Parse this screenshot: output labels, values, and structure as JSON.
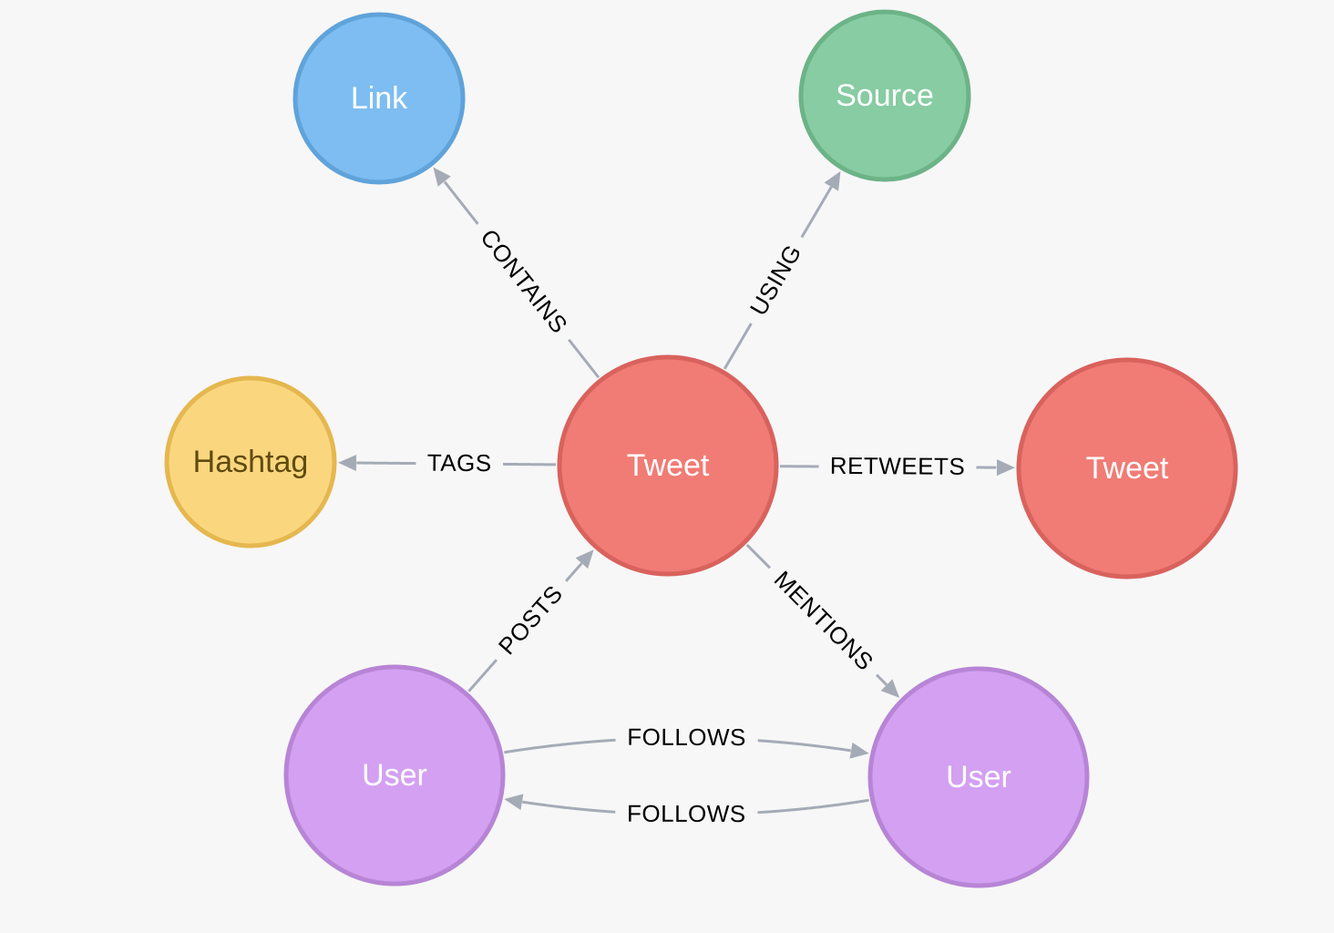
{
  "nodes": [
    {
      "id": "link",
      "label": "Link",
      "fill": "#7dbdf1",
      "stroke": "#5fa3da",
      "text_color": "#ffffff"
    },
    {
      "id": "source",
      "label": "Source",
      "fill": "#87cca2",
      "stroke": "#6cb387",
      "text_color": "#ffffff"
    },
    {
      "id": "hashtag",
      "label": "Hashtag",
      "fill": "#fad77f",
      "stroke": "#e5b74f",
      "text_color": "#604a0e"
    },
    {
      "id": "tweet-main",
      "label": "Tweet",
      "fill": "#f07c75",
      "stroke": "#d9625d",
      "text_color": "#ffffff"
    },
    {
      "id": "tweet-rt",
      "label": "Tweet",
      "fill": "#f07c75",
      "stroke": "#d9625d",
      "text_color": "#ffffff"
    },
    {
      "id": "user-a",
      "label": "User",
      "fill": "#d3a0f2",
      "stroke": "#b784d6",
      "text_color": "#ffffff"
    },
    {
      "id": "user-b",
      "label": "User",
      "fill": "#d3a0f2",
      "stroke": "#b784d6",
      "text_color": "#ffffff"
    }
  ],
  "edges": [
    {
      "id": "contains",
      "label": "CONTAINS",
      "from": "tweet-main",
      "to": "link"
    },
    {
      "id": "using",
      "label": "USING",
      "from": "tweet-main",
      "to": "source"
    },
    {
      "id": "tags",
      "label": "TAGS",
      "from": "tweet-main",
      "to": "hashtag"
    },
    {
      "id": "retweets",
      "label": "RETWEETS",
      "from": "tweet-main",
      "to": "tweet-rt"
    },
    {
      "id": "posts",
      "label": "POSTS",
      "from": "user-a",
      "to": "tweet-main"
    },
    {
      "id": "mentions",
      "label": "MENTIONS",
      "from": "tweet-main",
      "to": "user-b"
    },
    {
      "id": "follows-ab",
      "label": "FOLLOWS",
      "from": "user-a",
      "to": "user-b"
    },
    {
      "id": "follows-ba",
      "label": "FOLLOWS",
      "from": "user-b",
      "to": "user-a"
    }
  ],
  "colors": {
    "edge": "#a5abb6",
    "background": "#f7f7f7"
  }
}
